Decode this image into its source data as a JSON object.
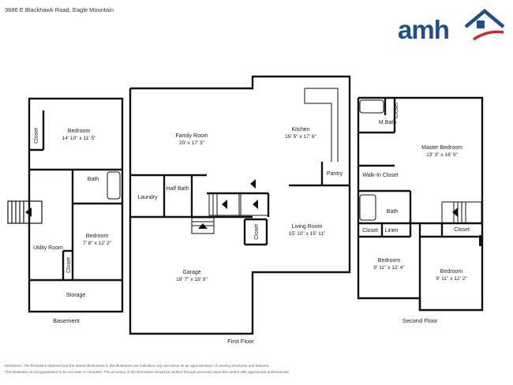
{
  "address": "3686 E Blackhawk Road, Eagle Mountain",
  "logo": {
    "text": "amh",
    "brand_color": "#1f4e8c",
    "accent_color": "#d22630"
  },
  "floors": {
    "basement": {
      "label": "Basement",
      "rooms": {
        "bedroom": {
          "name": "Bedroom",
          "dims": "14' 10\" x 11' 5\""
        },
        "closet1": {
          "name": "Closet"
        },
        "bath": {
          "name": "Bath"
        },
        "bedroom2": {
          "name": "Bedroom",
          "dims": "7' 8\" x 12' 2\""
        },
        "utility": {
          "name": "Utility Room"
        },
        "closet2": {
          "name": "Closet"
        },
        "storage": {
          "name": "Storage"
        }
      }
    },
    "first": {
      "label": "First Floor",
      "rooms": {
        "family": {
          "name": "Family Room",
          "dims": "20' x 17' 3\""
        },
        "kitchen": {
          "name": "Kitchen",
          "dims": "15' 5\" x 17' 6\""
        },
        "pantry": {
          "name": "Pantry"
        },
        "laundry": {
          "name": "Laundry"
        },
        "halfbath": {
          "name": "Half Bath"
        },
        "closet": {
          "name": "Closet"
        },
        "living": {
          "name": "Living Room",
          "dims": "15' 10\" x 15' 11\""
        },
        "garage": {
          "name": "Garage",
          "dims": "19' 7\" x 18' 9\""
        }
      }
    },
    "second": {
      "label": "Second Floor",
      "rooms": {
        "mbath": {
          "name": "M.Bath"
        },
        "closet_top": {
          "name": "Closet"
        },
        "master": {
          "name": "Master Bedroom",
          "dims": "13' 3\" x 16' 9\""
        },
        "walkin": {
          "name": "Walk-In Closet"
        },
        "bath": {
          "name": "Bath"
        },
        "closet_l": {
          "name": "Closet"
        },
        "linen": {
          "name": "Linen"
        },
        "closet_r": {
          "name": "Closet"
        },
        "bedroom_l": {
          "name": "Bedroom",
          "dims": "9' 11\" x 12' 4\""
        },
        "bedroom_r": {
          "name": "Bedroom",
          "dims": "9' 11\" x 12' 2\""
        }
      }
    }
  },
  "disclaimer": {
    "line1": "Disclaimer: The floorplans depicted and the stated dimensions in this illustration are indicative only and serve as an approximation of existing structures and features.",
    "line2": "This illustration is not guaranteed to be accurate or complete. The accuracy of all information should be verified through personal inspection and/or with appropriate professionals."
  }
}
